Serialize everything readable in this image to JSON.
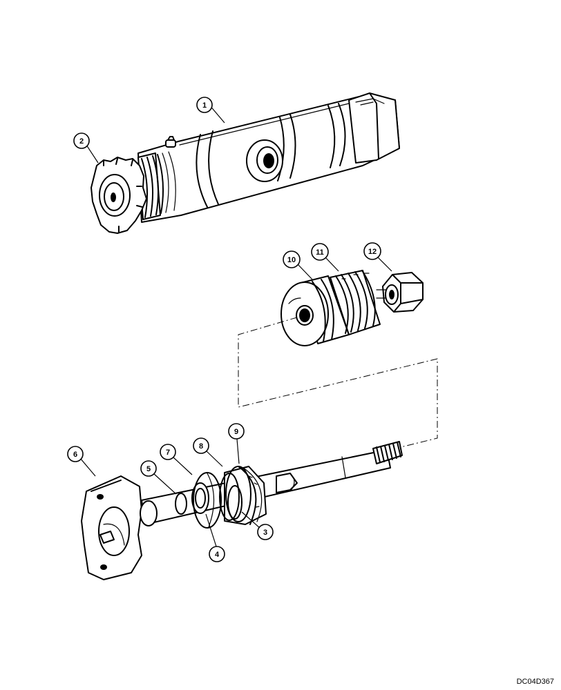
{
  "callouts": [
    {
      "label": "1"
    },
    {
      "label": "2"
    },
    {
      "label": "3"
    },
    {
      "label": "4"
    },
    {
      "label": "5"
    },
    {
      "label": "6"
    },
    {
      "label": "7"
    },
    {
      "label": "8"
    },
    {
      "label": "9"
    },
    {
      "label": "10"
    },
    {
      "label": "11"
    },
    {
      "label": "12"
    }
  ],
  "drawing_code": "DC04D367"
}
